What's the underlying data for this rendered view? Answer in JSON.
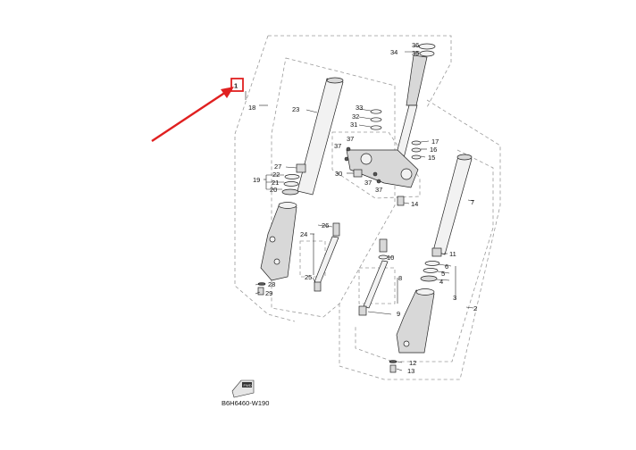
{
  "diagram": {
    "code": "B6H6460-W190",
    "callout_label": "1",
    "accent_color": "#e02020",
    "labels": {
      "l2": "2",
      "l3": "3",
      "l4": "4",
      "l5": "5",
      "l6": "6",
      "l7": "7",
      "l8": "8",
      "l9": "9",
      "l10": "10",
      "l11": "11",
      "l12": "12",
      "l13": "13",
      "l14": "14",
      "l15": "15",
      "l16": "16",
      "l17": "17",
      "l18": "18",
      "l19": "19",
      "l20": "20",
      "l21": "21",
      "l22": "22",
      "l23": "23",
      "l24": "24",
      "l25": "25",
      "l26": "26",
      "l27": "27",
      "l28": "28",
      "l29": "29",
      "l30": "30",
      "l31": "31",
      "l32": "32",
      "l33": "33",
      "l34": "34",
      "l35": "35",
      "l36": "36",
      "l37a": "37",
      "l37b": "37",
      "l37c": "37",
      "l37d": "37"
    },
    "fwd_icon_text": "FWD"
  }
}
